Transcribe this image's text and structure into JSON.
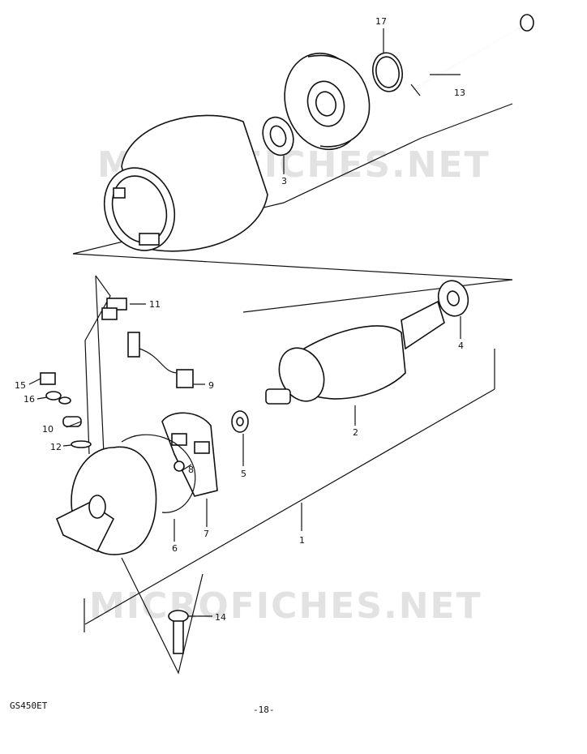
{
  "watermarks": [
    "MICROFICHES.NET",
    "MICROFICHES.NET"
  ],
  "callouts": [
    "1",
    "2",
    "3",
    "4",
    "5",
    "6",
    "7",
    "8",
    "9",
    "10",
    "11",
    "12",
    "13",
    "14",
    "15",
    "16",
    "17"
  ],
  "footer": {
    "model": "GS450ET",
    "page": "-18-"
  }
}
